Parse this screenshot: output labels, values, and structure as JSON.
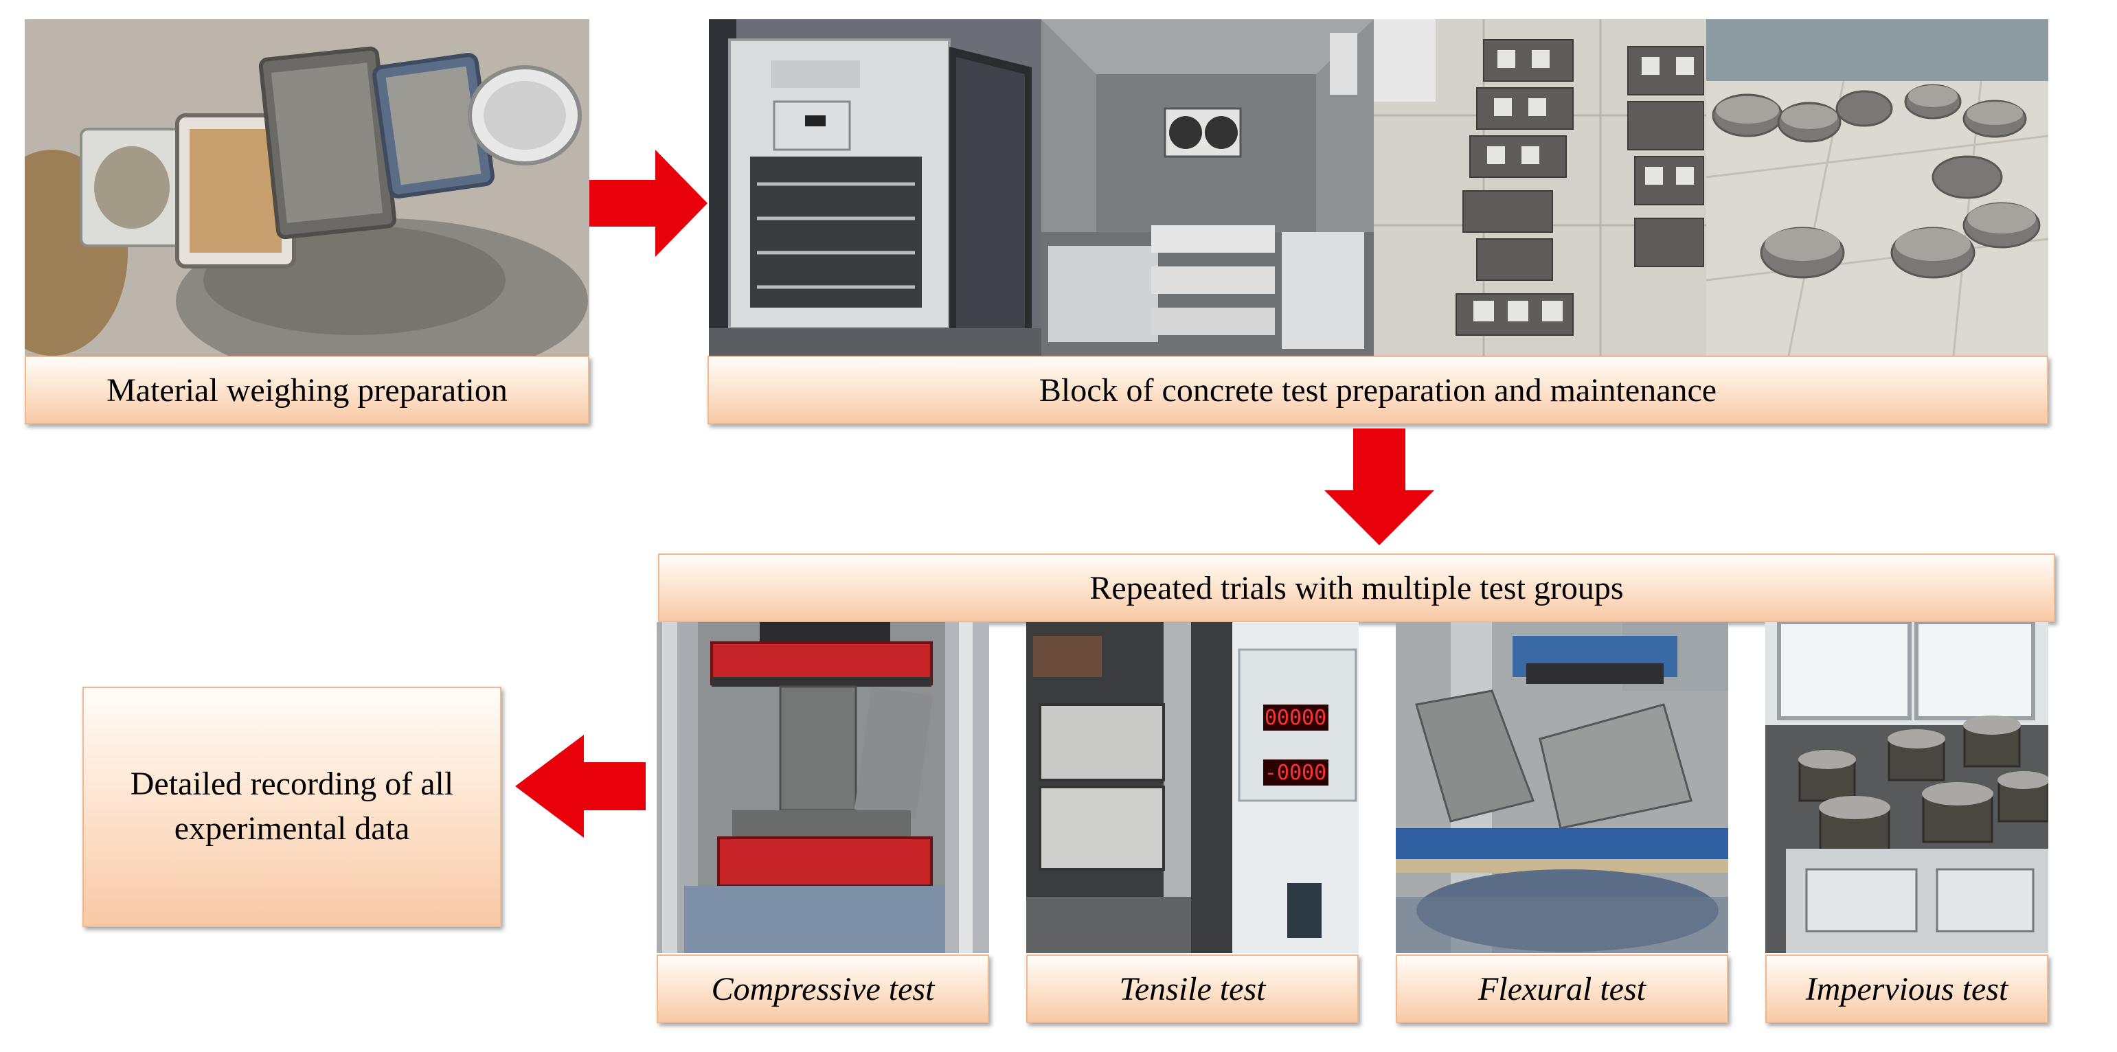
{
  "stages": {
    "material": {
      "label": "Material weighing preparation"
    },
    "block": {
      "label": "Block of concrete test preparation and maintenance"
    },
    "repeated": {
      "label": "Repeated trials with multiple test groups"
    },
    "record": {
      "label": "Detailed recording of all experimental data"
    }
  },
  "tests": [
    {
      "label": "Compressive test"
    },
    {
      "label": "Tensile test"
    },
    {
      "label": "Flexural test"
    },
    {
      "label": "Impervious test"
    }
  ],
  "panel_texts": {
    "counter_top": "00000",
    "counter_bottom": "-0000"
  },
  "colors": {
    "arrow": "#e8000b",
    "label_border": "#f0b88e",
    "label_fill_top": "#fffdf9",
    "label_fill_bottom": "#f8c9a6"
  }
}
